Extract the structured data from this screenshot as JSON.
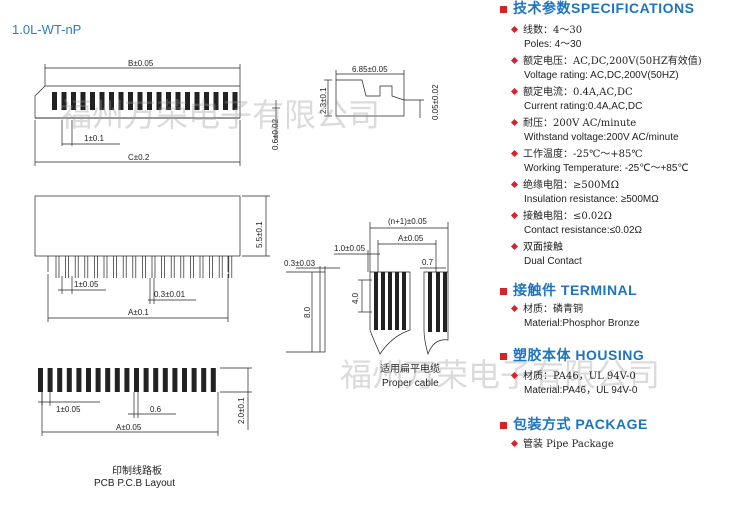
{
  "model": "1.0L-WT-nP",
  "watermark": "福州万荣电子有限公司",
  "drawing": {
    "dims": {
      "B": "B±0.05",
      "C": "C±0.2",
      "pitch": "1±0.1",
      "d685": "6.85±0.05",
      "d23": "2.3±0.1",
      "d06": "0.6±0.02",
      "d005": "0.05±0.02",
      "d55": "5.5±0.1",
      "pitch2": "1±0.05",
      "pin": "0.3±0.01",
      "A1": "A±0.1",
      "t03": "0.3±0.03",
      "d80": "8.0",
      "n1": "(n+1)±0.05",
      "p10": "1.0±0.05",
      "A2": "A±0.05",
      "d40": "4.0",
      "d07": "0.7",
      "pcb_pitch": "1±0.05",
      "pcb_06": "0.6",
      "pcb_20": "2.0±0.1",
      "A3": "A±0.05"
    },
    "cable_cn": "适用扁平电缆",
    "cable_en": "Proper cable",
    "pcb_cn": "印制线路板",
    "pcb_en": "PCB P.C.B Layout"
  },
  "sections": {
    "spec": {
      "cn": "技术参数",
      "en": "SPECIFICATIONS"
    },
    "terminal": {
      "cn": "接触件",
      "en": "TERMINAL"
    },
    "housing": {
      "cn": "塑胶本体",
      "en": "HOUSING"
    },
    "package": {
      "cn": "包装方式",
      "en": "PACKAGE"
    }
  },
  "specs": [
    {
      "cn": "线数：4～30",
      "en": "Poles: 4～30"
    },
    {
      "cn": "额定电压：AC,DC,200V(50HZ有效值)",
      "en": "Voltage rating: AC,DC,200V(50HZ)"
    },
    {
      "cn": "额定电流：0.4A,AC,DC",
      "en": "Current rating:0.4A,AC,DC"
    },
    {
      "cn": "耐压：200V AC/minute",
      "en": "Withstand voltage:200V AC/minute"
    },
    {
      "cn": "工作温度：-25℃～+85℃",
      "en": "Working Temperature: -25℃～+85℃"
    },
    {
      "cn": "绝缘电阻：≥500MΩ",
      "en": "Insulation resistance: ≥500MΩ"
    },
    {
      "cn": "接触电阻：≤0.02Ω",
      "en": "Contact resistance:≤0.02Ω"
    },
    {
      "cn": "双面接触",
      "en": "Dual Contact"
    }
  ],
  "terminal": {
    "cn": "材质：磷青铜",
    "en": "Material:Phosphor Bronze"
  },
  "housing": {
    "cn": "材质：PA46，UL 94V-0",
    "en": "Material:PA46，UL 94V-0"
  },
  "package": {
    "cn": "管装 Pipe Package"
  }
}
